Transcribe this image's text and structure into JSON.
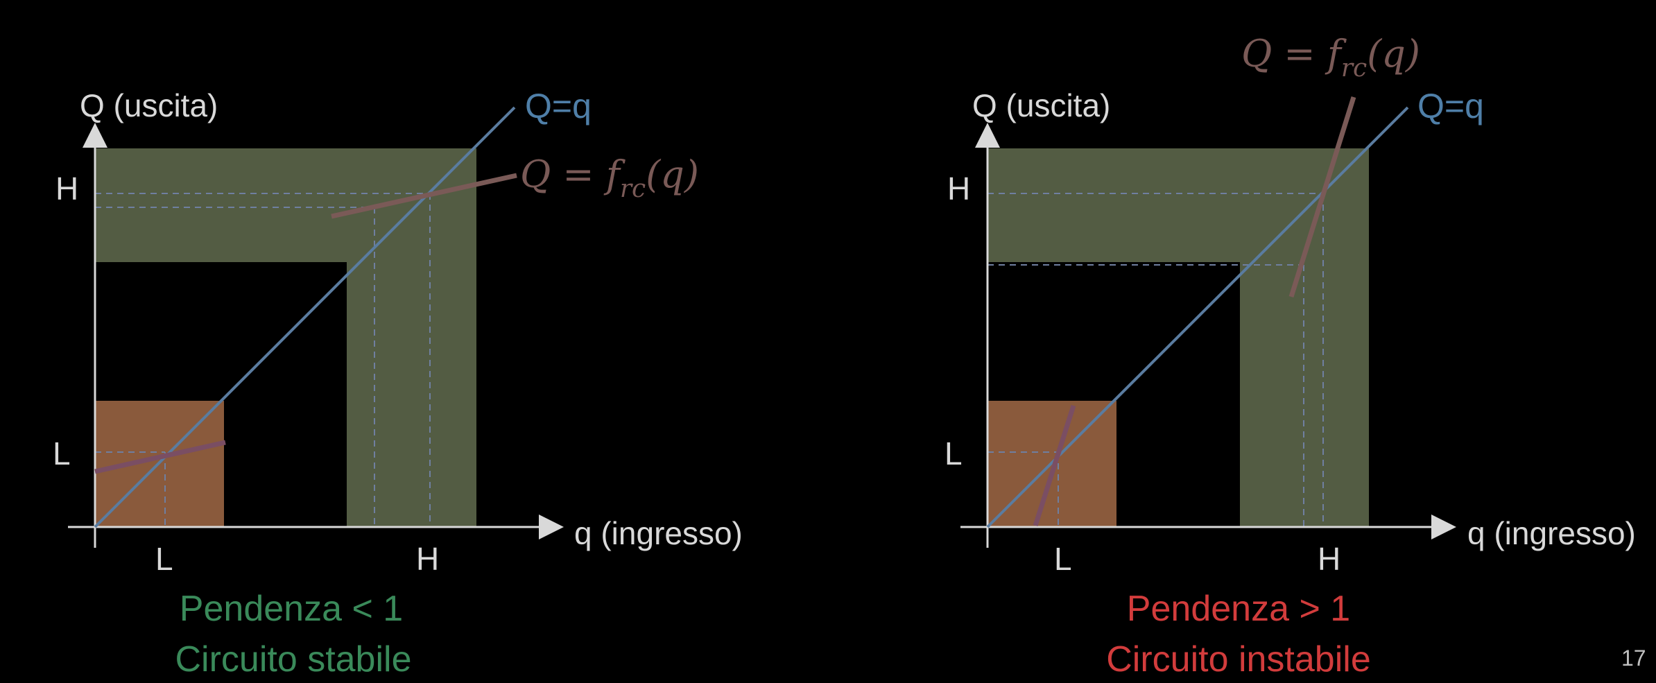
{
  "colors": {
    "background": "#000000",
    "high_band": "#535c43",
    "low_box": "#8a5a3c",
    "identity_line": "#4f7fa8",
    "transfer_line": "#7a5a57",
    "axis": "#d9d9d9",
    "stable": "#3a8a5a",
    "unstable": "#d23c3c"
  },
  "left": {
    "y_axis_label": "Q (uscita)",
    "x_axis_label": "q (ingresso)",
    "identity_label": "Q=q",
    "function_label": {
      "main": "Q = f",
      "sub": "rc",
      "arg": "(q)"
    },
    "y_tick_h": "H",
    "y_tick_l": "L",
    "x_tick_l": "L",
    "x_tick_h": "H",
    "caption_line1": "Pendenza < 1",
    "caption_line2": "Circuito stabile"
  },
  "right": {
    "y_axis_label": "Q (uscita)",
    "x_axis_label": "q (ingresso)",
    "identity_label": "Q=q",
    "function_label": {
      "main": "Q = f",
      "sub": "rc",
      "arg": "(q)"
    },
    "y_tick_h": "H",
    "y_tick_l": "L",
    "x_tick_l": "L",
    "x_tick_h": "H",
    "caption_line1": "Pendenza > 1",
    "caption_line2": "Circuito instabile"
  },
  "page_number": "17"
}
